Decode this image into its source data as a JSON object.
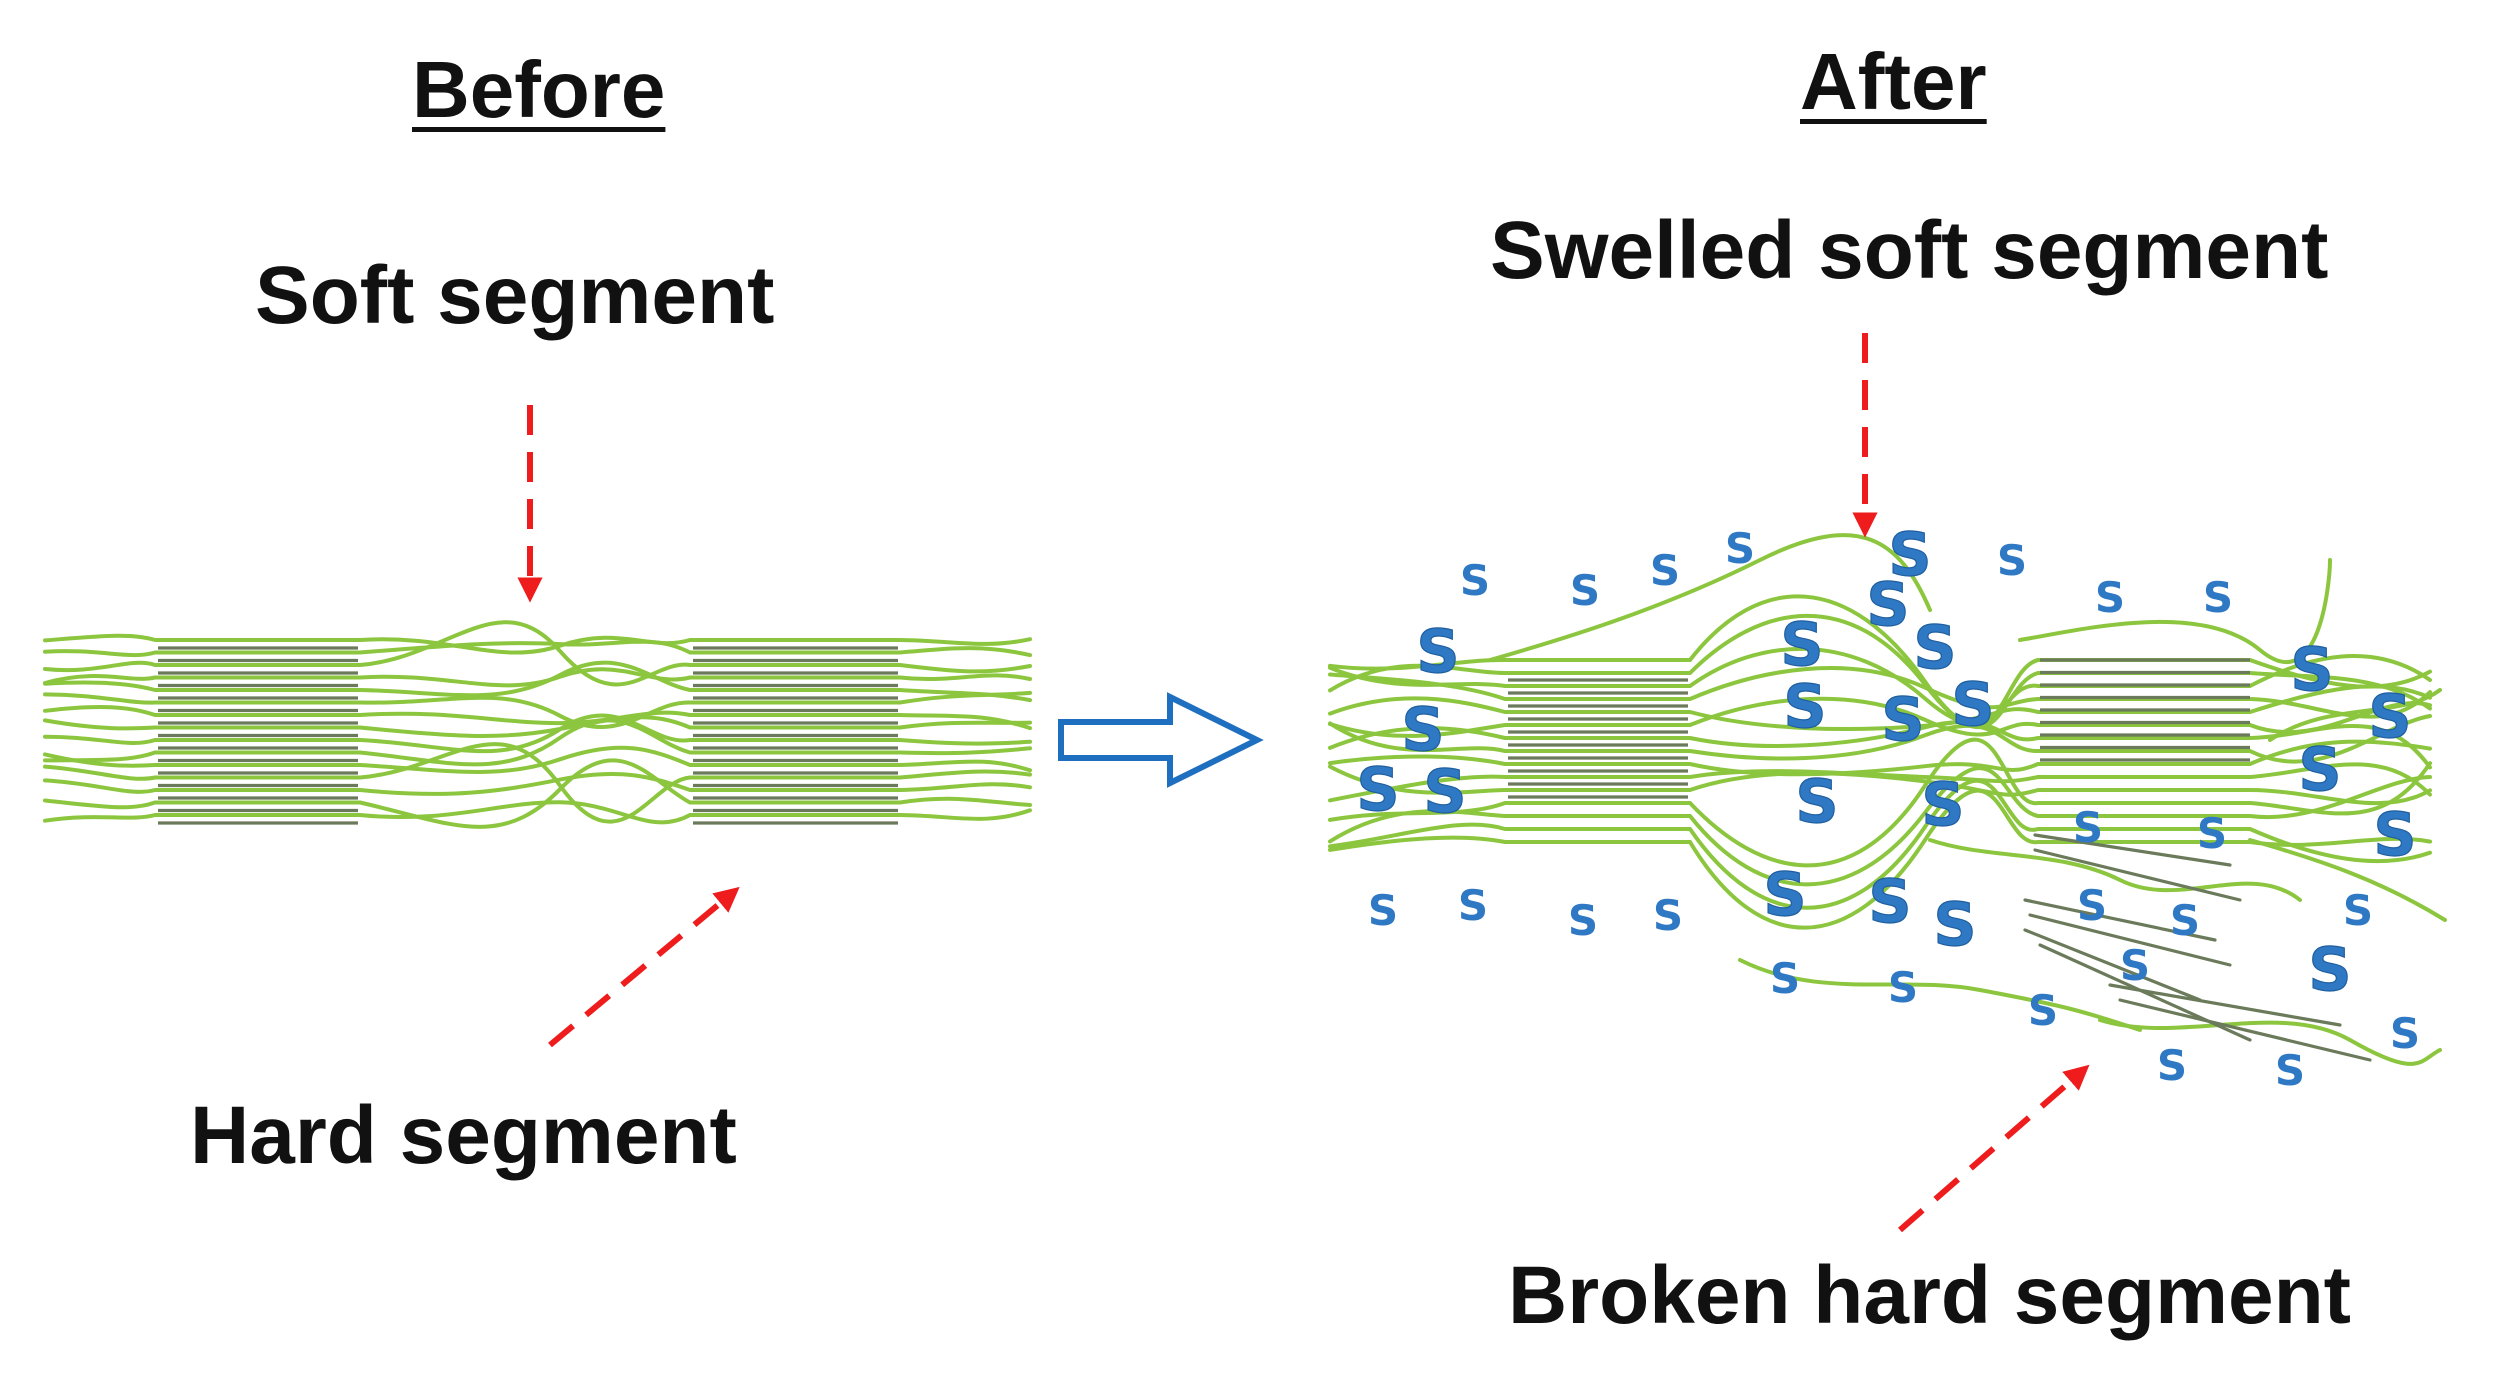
{
  "titles": {
    "before": "Before",
    "after": "After"
  },
  "labels": {
    "soft_segment": "Soft segment",
    "hard_segment": "Hard segment",
    "swelled_soft_segment": "Swelled soft segment",
    "broken_hard_segment": "Broken hard segment"
  },
  "solvent_symbol": "S",
  "colors": {
    "fiber_green": "#8cc63f",
    "hard_segment_line": "#6a7a5a",
    "pointer_red": "#ee1c1c",
    "transition_arrow_blue": "#1e6fc0",
    "solvent_blue": "#2f78c4"
  }
}
